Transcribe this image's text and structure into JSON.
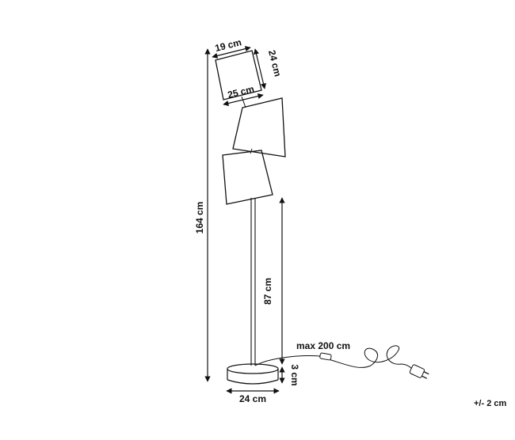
{
  "dimensions": {
    "shade_top_width": "19 cm",
    "shade_height": "24 cm",
    "shade_bottom_width": "25 cm",
    "total_height": "164 cm",
    "switch_height": "87 cm",
    "base_height": "3 cm",
    "base_width": "24 cm",
    "cable_length": "max 200 cm"
  },
  "tolerance": "+/- 2 cm"
}
